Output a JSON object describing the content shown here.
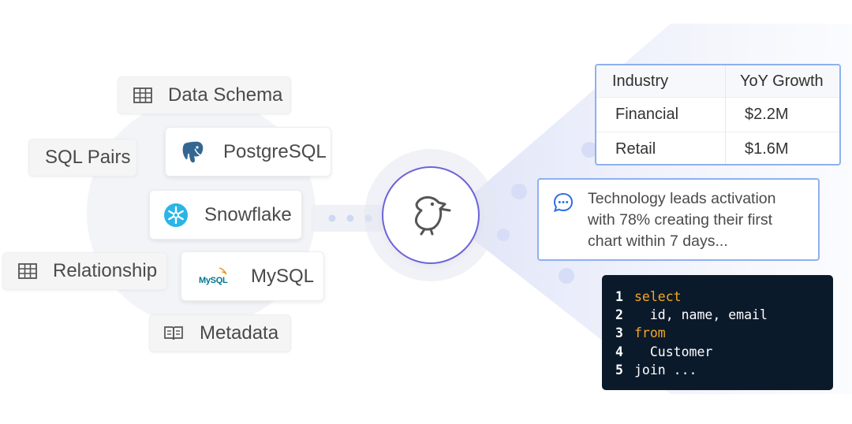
{
  "sources": {
    "data_schema": {
      "label": "Data Schema",
      "icon": "table-icon"
    },
    "sql_pairs": {
      "label": "SQL Pairs"
    },
    "postgresql": {
      "label": "PostgreSQL",
      "icon": "postgresql-elephant-icon"
    },
    "snowflake": {
      "label": "Snowflake",
      "icon": "snowflake-icon"
    },
    "relationship": {
      "label": "Relationship",
      "icon": "table-icon"
    },
    "mysql": {
      "label": "MySQL",
      "logo_text": "MySQL",
      "icon": "mysql-logo-icon"
    },
    "metadata": {
      "label": "Metadata",
      "icon": "book-icon"
    }
  },
  "hub": {
    "icon": "bird-logo-icon"
  },
  "result_table": {
    "headers": [
      "Industry",
      "YoY Growth"
    ],
    "rows": [
      [
        "Financial",
        "$2.2M"
      ],
      [
        "Retail",
        "$1.6M"
      ]
    ]
  },
  "message": {
    "icon": "chat-bubble-icon",
    "lines": [
      "Technology leads activation",
      "with 78% creating their first",
      "chart within 7 days..."
    ]
  },
  "code": {
    "lines": [
      {
        "num": "1",
        "kw": "select",
        "text": ""
      },
      {
        "num": "2",
        "kw": "",
        "text": "  id, name, email"
      },
      {
        "num": "3",
        "kw": "from",
        "text": ""
      },
      {
        "num": "4",
        "kw": "",
        "text": "  Customer"
      },
      {
        "num": "5",
        "kw": "",
        "text": "join ..."
      }
    ]
  },
  "colors": {
    "accent_border": "#8fb0ef",
    "hub_ring": "#6a64d9",
    "code_bg": "#0b1a2b",
    "code_keyword": "#f6a821"
  }
}
